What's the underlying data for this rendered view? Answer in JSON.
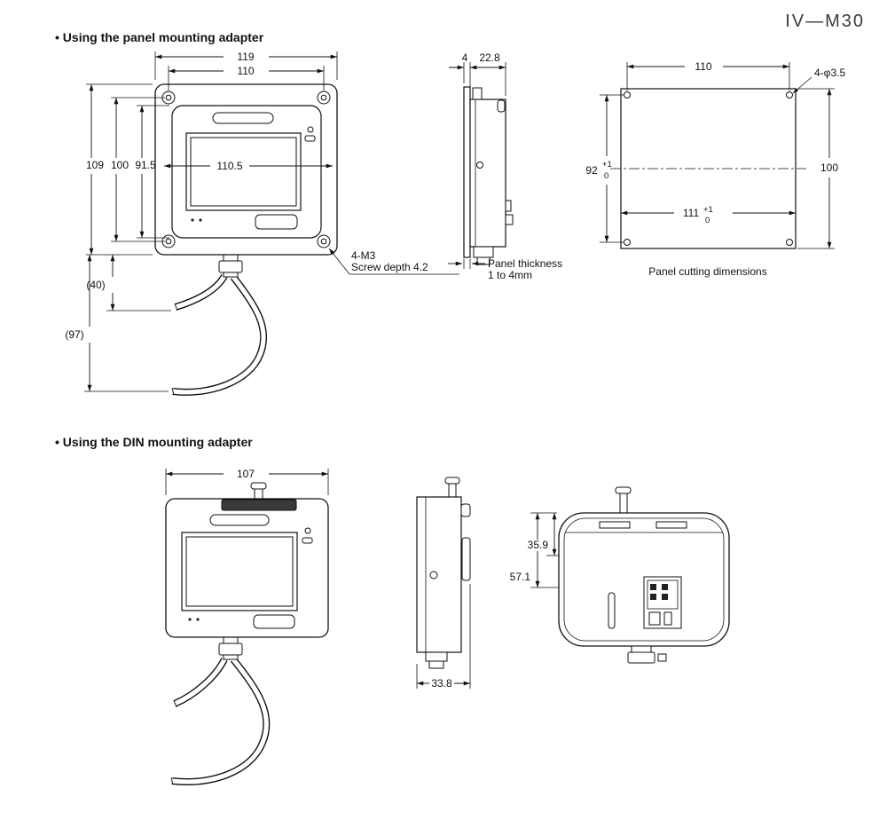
{
  "title": "IV—M30",
  "panel_section": {
    "heading": "• Using the panel mounting adapter",
    "front": {
      "d119": "119",
      "d110": "110",
      "d109": "109",
      "d100": "100",
      "d91_5": "91.5",
      "d110_5": "110.5",
      "d40": "(40)",
      "d97": "(97)",
      "note1": "4-M3",
      "note2": "Screw depth 4.2"
    },
    "side": {
      "d4": "4",
      "d22_8": "22.8",
      "note1": "Panel thickness",
      "note2": "1 to 4mm"
    },
    "cutout": {
      "d110": "110",
      "hole_note": "4-φ3.5",
      "d92": "92",
      "d92tp": "+1",
      "d92tz": "0",
      "d100": "100",
      "d111": "111",
      "d111tp": "+1",
      "d111tz": "0",
      "caption": "Panel cutting dimensions"
    }
  },
  "din_section": {
    "heading": "• Using the DIN mounting adapter",
    "front": {
      "d107": "107"
    },
    "side": {
      "d33_8": "33.8"
    },
    "rear": {
      "d35_9": "35.9",
      "d57_1": "57.1"
    }
  }
}
